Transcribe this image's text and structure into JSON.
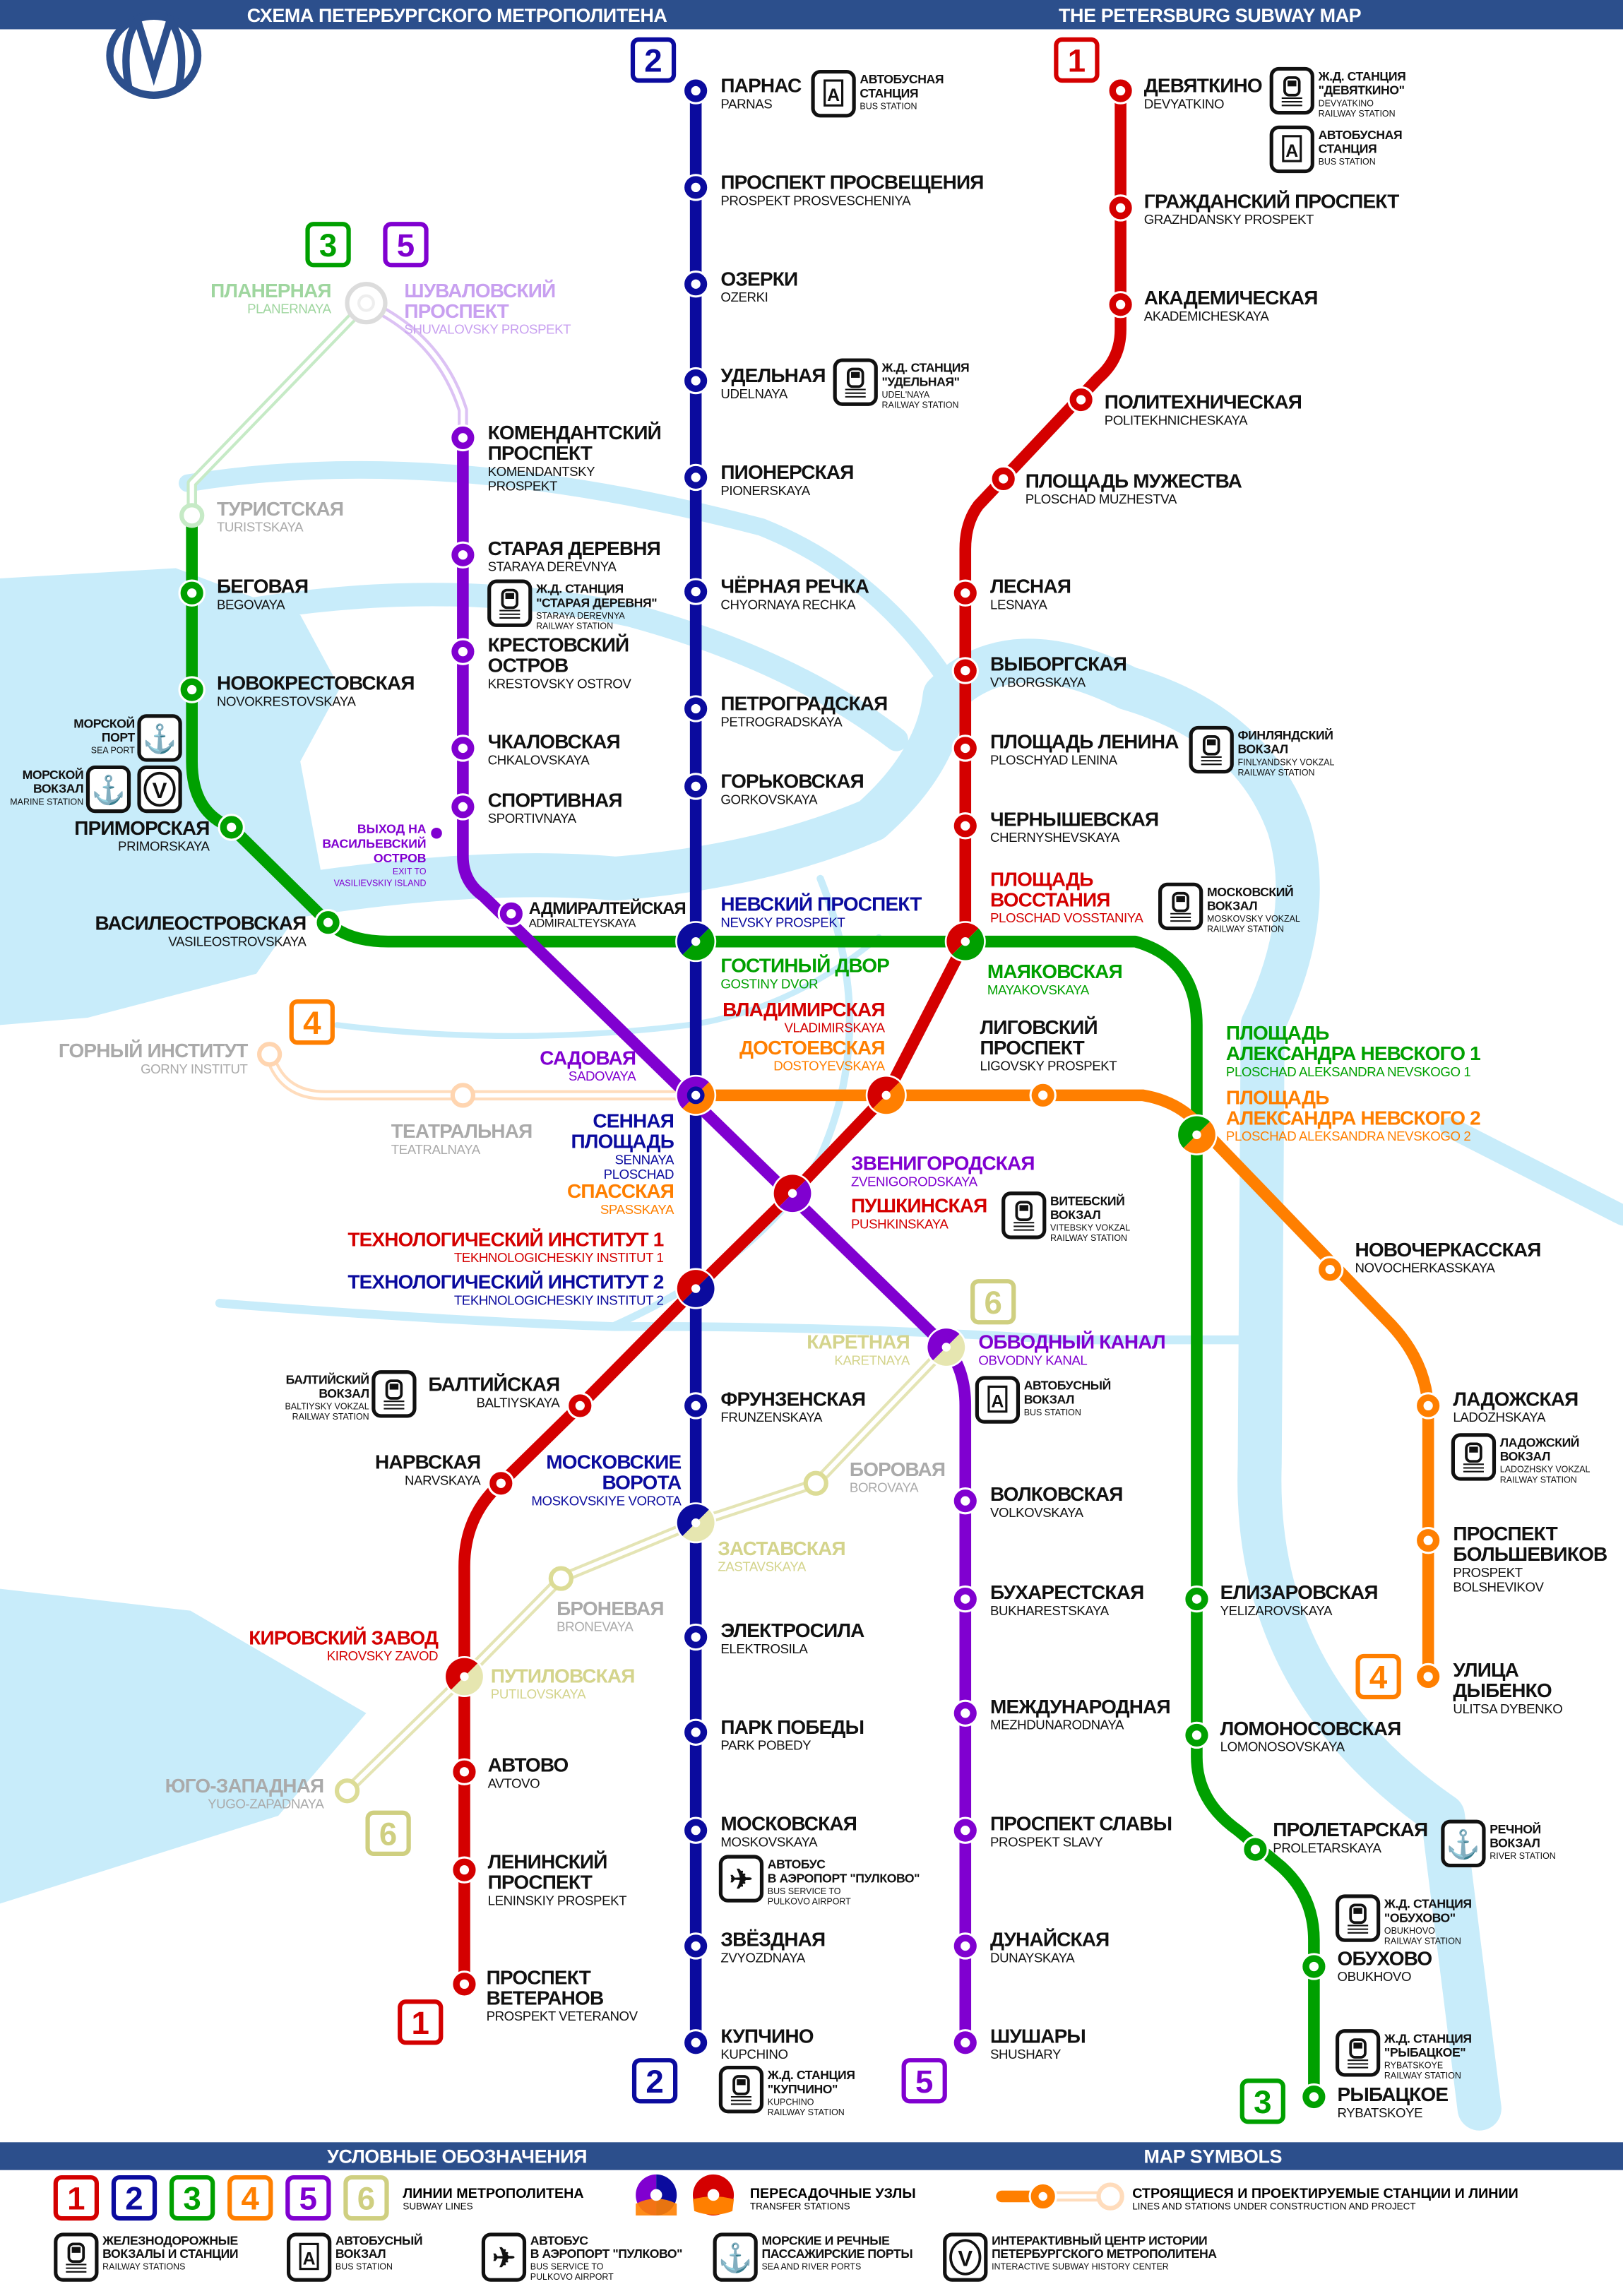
{
  "header": {
    "title_ru": "СХЕМА ПЕТЕРБУРГСКОГО МЕТРОПОЛИТЕНА",
    "title_en": "THE PETERSBURG SUBWAY MAP"
  },
  "colors": {
    "header": "#2c4f8c",
    "line1": "#d40000",
    "line2": "#0b0b9e",
    "line3": "#00a000",
    "line4": "#ff7f00",
    "line5": "#8000d0",
    "line6": "#dcdc96",
    "water": "#c8ecfa"
  },
  "line_badges": [
    "2",
    "1",
    "3",
    "5",
    "4",
    "6",
    "6",
    "4",
    "1",
    "2",
    "5",
    "3"
  ],
  "stations": [
    {
      "id": "parnas",
      "line": "2",
      "ru": [
        "ПАРНАС"
      ],
      "en": [
        "PARNAS"
      ]
    },
    {
      "id": "prosv",
      "line": "2",
      "ru": [
        "ПРОСПЕКТ ПРОСВЕЩЕНИЯ"
      ],
      "en": [
        "PROSPEKT PROSVESCHENIYA"
      ]
    },
    {
      "id": "ozerki",
      "line": "2",
      "ru": [
        "ОЗЕРКИ"
      ],
      "en": [
        "OZERKI"
      ]
    },
    {
      "id": "udelnaya",
      "line": "2",
      "ru": [
        "УДЕЛЬНАЯ"
      ],
      "en": [
        "UDELNAYA"
      ]
    },
    {
      "id": "pionerskaya",
      "line": "2",
      "ru": [
        "ПИОНЕРСКАЯ"
      ],
      "en": [
        "PIONERSKAYA"
      ]
    },
    {
      "id": "chornaya",
      "line": "2",
      "ru": [
        "ЧЁРНАЯ РЕЧКА"
      ],
      "en": [
        "CHYORNAYA RECHKA"
      ]
    },
    {
      "id": "petrogradskaya",
      "line": "2",
      "ru": [
        "ПЕТРОГРАДСКАЯ"
      ],
      "en": [
        "PETROGRADSKAYA"
      ]
    },
    {
      "id": "gorkovskaya",
      "line": "2",
      "ru": [
        "ГОРЬКОВСКАЯ"
      ],
      "en": [
        "GORKOVSKAYA"
      ]
    },
    {
      "id": "nevsky",
      "line": "2",
      "ru": [
        "НЕВСКИЙ ПРОСПЕКТ"
      ],
      "en": [
        "NEVSKY PROSPEKT"
      ]
    },
    {
      "id": "gostiny",
      "line": "3",
      "ru": [
        "ГОСТИНЫЙ ДВОР"
      ],
      "en": [
        "GOSTINY DVOR"
      ]
    },
    {
      "id": "sennaya",
      "line": "2",
      "ru": [
        "СЕННАЯ",
        "ПЛОЩАДЬ"
      ],
      "en": [
        "SENNAYA",
        "PLOSCHAD"
      ]
    },
    {
      "id": "sadovaya",
      "line": "5",
      "ru": [
        "САДОВАЯ"
      ],
      "en": [
        "SADOVAYA"
      ]
    },
    {
      "id": "spasskaya",
      "line": "4",
      "ru": [
        "СПАССКАЯ"
      ],
      "en": [
        "SPASSKAYA"
      ]
    },
    {
      "id": "tech1",
      "line": "1",
      "ru": [
        "ТЕХНОЛОГИЧЕСКИЙ ИНСТИТУТ 1"
      ],
      "en": [
        "TEKHNOLOGICHESKIY INSTITUT 1"
      ]
    },
    {
      "id": "tech2",
      "line": "2",
      "ru": [
        "ТЕХНОЛОГИЧЕСКИЙ ИНСТИТУТ 2"
      ],
      "en": [
        "TEKHNOLOGICHESKIY INSTITUT 2"
      ]
    },
    {
      "id": "frunzenskaya",
      "line": "2",
      "ru": [
        "ФРУНЗЕНСКАЯ"
      ],
      "en": [
        "FRUNZENSKAYA"
      ]
    },
    {
      "id": "mosk_vorota",
      "line": "2",
      "ru": [
        "МОСКОВСКИЕ",
        "ВОРОТА"
      ],
      "en": [
        "MOSKOVSKIYE VOROTA"
      ]
    },
    {
      "id": "elektrosila",
      "line": "2",
      "ru": [
        "ЭЛЕКТРОСИЛА"
      ],
      "en": [
        "ELEKTROSILA"
      ]
    },
    {
      "id": "park_pobedy",
      "line": "2",
      "ru": [
        "ПАРК ПОБЕДЫ"
      ],
      "en": [
        "PARK POBEDY"
      ]
    },
    {
      "id": "moskovskaya",
      "line": "2",
      "ru": [
        "МОСКОВСКАЯ"
      ],
      "en": [
        "MOSKOVSKAYA"
      ]
    },
    {
      "id": "zvyozdnaya",
      "line": "2",
      "ru": [
        "ЗВЁЗДНАЯ"
      ],
      "en": [
        "ZVYOZDNAYA"
      ]
    },
    {
      "id": "kupchino",
      "line": "2",
      "ru": [
        "КУПЧИНО"
      ],
      "en": [
        "KUPCHINO"
      ]
    },
    {
      "id": "devyatkino",
      "line": "1",
      "ru": [
        "ДЕВЯТКИНО"
      ],
      "en": [
        "DEVYATKINO"
      ]
    },
    {
      "id": "grazhdansky",
      "line": "1",
      "ru": [
        "ГРАЖДАНСКИЙ ПРОСПЕКТ"
      ],
      "en": [
        "GRAZHDANSKY PROSPEKT"
      ]
    },
    {
      "id": "akademicheskaya",
      "line": "1",
      "ru": [
        "АКАДЕМИЧЕСКАЯ"
      ],
      "en": [
        "AKADEMICHESKAYA"
      ]
    },
    {
      "id": "politekh",
      "line": "1",
      "ru": [
        "ПОЛИТЕХНИЧЕСКАЯ"
      ],
      "en": [
        "POLITEKHNICHESKAYA"
      ]
    },
    {
      "id": "muzhestva",
      "line": "1",
      "ru": [
        "ПЛОЩАДЬ МУЖЕСТВА"
      ],
      "en": [
        "PLOSCHAD MUZHESTVA"
      ]
    },
    {
      "id": "lesnaya",
      "line": "1",
      "ru": [
        "ЛЕСНАЯ"
      ],
      "en": [
        "LESNAYA"
      ]
    },
    {
      "id": "vyborgskaya",
      "line": "1",
      "ru": [
        "ВЫБОРГСКАЯ"
      ],
      "en": [
        "VYBORGSKAYA"
      ]
    },
    {
      "id": "lenina",
      "line": "1",
      "ru": [
        "ПЛОЩАДЬ ЛЕНИНА"
      ],
      "en": [
        "PLOSCHYAD LENINA"
      ]
    },
    {
      "id": "chernyshevskaya",
      "line": "1",
      "ru": [
        "ЧЕРНЫШЕВСКАЯ"
      ],
      "en": [
        "CHERNYSHEVSKAYA"
      ]
    },
    {
      "id": "vosstaniya",
      "line": "1",
      "ru": [
        "ПЛОЩАДЬ",
        "ВОССТАНИЯ"
      ],
      "en": [
        "PLOSCHAD VOSSTANIYA"
      ]
    },
    {
      "id": "mayakovskaya",
      "line": "3",
      "ru": [
        "МАЯКОВСКАЯ"
      ],
      "en": [
        "MAYAKOVSKAYA"
      ]
    },
    {
      "id": "vladimirskaya",
      "line": "1",
      "ru": [
        "ВЛАДИМИРСКАЯ"
      ],
      "en": [
        "VLADIMIRSKAYA"
      ]
    },
    {
      "id": "dostoevskaya",
      "line": "4",
      "ru": [
        "ДОСТОЕВСКАЯ"
      ],
      "en": [
        "DOSTOYEVSKAYA"
      ]
    },
    {
      "id": "ligovsky",
      "line": "4",
      "ru": [
        "ЛИГОВСКИЙ",
        "ПРОСПЕКТ"
      ],
      "en": [
        "LIGOVSKY PROSPEKT"
      ]
    },
    {
      "id": "pushkinskaya",
      "line": "1",
      "ru": [
        "ПУШКИНСКАЯ"
      ],
      "en": [
        "PUSHKINSKAYA"
      ]
    },
    {
      "id": "zvenigorodskaya",
      "line": "5",
      "ru": [
        "ЗВЕНИГОРОДСКАЯ"
      ],
      "en": [
        "ZVENIGORODSKAYA"
      ]
    },
    {
      "id": "baltiyskaya",
      "line": "1",
      "ru": [
        "БАЛТИЙСКАЯ"
      ],
      "en": [
        "BALTIYSKAYA"
      ]
    },
    {
      "id": "narvskaya",
      "line": "1",
      "ru": [
        "НАРВСКАЯ"
      ],
      "en": [
        "NARVSKAYA"
      ]
    },
    {
      "id": "kirovsky",
      "line": "1",
      "ru": [
        "КИРОВСКИЙ ЗАВОД"
      ],
      "en": [
        "KIROVSKY ZAVOD"
      ]
    },
    {
      "id": "avtovo",
      "line": "1",
      "ru": [
        "АВТОВО"
      ],
      "en": [
        "AVTOVO"
      ]
    },
    {
      "id": "leninsky",
      "line": "1",
      "ru": [
        "ЛЕНИНСКИЙ",
        "ПРОСПЕКТ"
      ],
      "en": [
        "LENINSKIY PROSPEKT"
      ]
    },
    {
      "id": "veteranov",
      "line": "1",
      "ru": [
        "ПРОСПЕКТ",
        "ВЕТЕРАНОВ"
      ],
      "en": [
        "PROSPEKT VETERANOV"
      ]
    },
    {
      "id": "planernaya",
      "line": "3",
      "status": "planned",
      "ru": [
        "ПЛАНЕРНАЯ"
      ],
      "en": [
        "PLANERNAYA"
      ]
    },
    {
      "id": "turistskaya",
      "line": "3",
      "status": "planned",
      "ru": [
        "ТУРИСТСКАЯ"
      ],
      "en": [
        "TURISTSKAYA"
      ]
    },
    {
      "id": "begovaya",
      "line": "3",
      "ru": [
        "БЕГОВАЯ"
      ],
      "en": [
        "BEGOVAYA"
      ]
    },
    {
      "id": "novokrestovskaya",
      "line": "3",
      "ru": [
        "НОВОКРЕСТОВСКАЯ"
      ],
      "en": [
        "NOVOKRESTOVSKAYA"
      ]
    },
    {
      "id": "primorskaya",
      "line": "3",
      "ru": [
        "ПРИМОРСКАЯ"
      ],
      "en": [
        "PRIMORSKAYA"
      ]
    },
    {
      "id": "vasileostrovskaya",
      "line": "3",
      "ru": [
        "ВАСИЛЕОСТРОВСКАЯ"
      ],
      "en": [
        "VASILEOSTROVSKAYA"
      ]
    },
    {
      "id": "pl_an1",
      "line": "3",
      "ru": [
        "ПЛОЩАДЬ",
        "АЛЕКСАНДРА НЕВСКОГО 1"
      ],
      "en": [
        "PLOSCHAD ALEKSANDRA NEVSKOGO 1"
      ]
    },
    {
      "id": "pl_an2",
      "line": "4",
      "ru": [
        "ПЛОЩАДЬ",
        "АЛЕКСАНДРА НЕВСКОГО 2"
      ],
      "en": [
        "PLOSCHAD ALEKSANDRA NEVSKOGO 2"
      ]
    },
    {
      "id": "elizarovskaya",
      "line": "3",
      "ru": [
        "ЕЛИЗАРОВСКАЯ"
      ],
      "en": [
        "YELIZAROVSKAYA"
      ]
    },
    {
      "id": "lomonosovskaya",
      "line": "3",
      "ru": [
        "ЛОМОНОСОВСКАЯ"
      ],
      "en": [
        "LOMONOSOVSKAYA"
      ]
    },
    {
      "id": "proletarskaya",
      "line": "3",
      "ru": [
        "ПРОЛЕТАРСКАЯ"
      ],
      "en": [
        "PROLETARSKAYA"
      ]
    },
    {
      "id": "obukhovo",
      "line": "3",
      "ru": [
        "ОБУХОВО"
      ],
      "en": [
        "OBUKHOVO"
      ]
    },
    {
      "id": "rybatskoye",
      "line": "3",
      "ru": [
        "РЫБАЦКОЕ"
      ],
      "en": [
        "RYBATSKOYE"
      ]
    },
    {
      "id": "gorny",
      "line": "4",
      "status": "planned",
      "ru": [
        "ГОРНЫЙ ИНСТИТУТ"
      ],
      "en": [
        "GORNY INSTITUT"
      ]
    },
    {
      "id": "teatralnaya",
      "line": "4",
      "status": "planned",
      "ru": [
        "ТЕАТРАЛЬНАЯ"
      ],
      "en": [
        "TEATRALNAYA"
      ]
    },
    {
      "id": "novocherkasskaya",
      "line": "4",
      "ru": [
        "НОВОЧЕРКАССКАЯ"
      ],
      "en": [
        "NOVOCHERKASSKAYA"
      ]
    },
    {
      "id": "ladozhskaya",
      "line": "4",
      "ru": [
        "ЛАДОЖСКАЯ"
      ],
      "en": [
        "LADOZHSKAYA"
      ]
    },
    {
      "id": "bolshevikov",
      "line": "4",
      "ru": [
        "ПРОСПЕКТ",
        "БОЛЬШЕВИКОВ"
      ],
      "en": [
        "PROSPEKT",
        "BOLSHEVIKOV"
      ]
    },
    {
      "id": "dybenko",
      "line": "4",
      "ru": [
        "УЛИЦА",
        "ДЫБЕНКО"
      ],
      "en": [
        "ULITSA DYBENKO"
      ]
    },
    {
      "id": "shuvalovsky",
      "line": "5",
      "status": "planned",
      "ru": [
        "ШУВАЛОВСКИЙ",
        "ПРОСПЕКТ"
      ],
      "en": [
        "SHUVALOVSKY PROSPEKT"
      ]
    },
    {
      "id": "komendantsky",
      "line": "5",
      "ru": [
        "КОМЕНДАНТСКИЙ",
        "ПРОСПЕКТ"
      ],
      "en": [
        "KOMENDANTSKY",
        "PROSPEKT"
      ]
    },
    {
      "id": "staraya",
      "line": "5",
      "ru": [
        "СТАРАЯ ДЕРЕВНЯ"
      ],
      "en": [
        "STARAYA DEREVNYA"
      ]
    },
    {
      "id": "krestovsky",
      "line": "5",
      "ru": [
        "КРЕСТОВСКИЙ",
        "ОСТРОВ"
      ],
      "en": [
        "KRESTOVSKY OSTROV"
      ]
    },
    {
      "id": "chkalovskaya",
      "line": "5",
      "ru": [
        "ЧКАЛОВСКАЯ"
      ],
      "en": [
        "CHKALOVSKAYA"
      ]
    },
    {
      "id": "sportivnaya",
      "line": "5",
      "ru": [
        "СПОРТИВНАЯ"
      ],
      "en": [
        "SPORTIVNAYA"
      ]
    },
    {
      "id": "admiralteyskaya",
      "line": "5",
      "ru": [
        "АДМИРАЛТЕЙСКАЯ"
      ],
      "en": [
        "ADMIRALTEYSKAYA"
      ]
    },
    {
      "id": "obvodny",
      "line": "5",
      "ru": [
        "ОБВОДНЫЙ КАНАЛ"
      ],
      "en": [
        "OBVODNY KANAL"
      ]
    },
    {
      "id": "volkovskaya",
      "line": "5",
      "ru": [
        "ВОЛКОВСКАЯ"
      ],
      "en": [
        "VOLKOVSKAYA"
      ]
    },
    {
      "id": "bukharestskaya",
      "line": "5",
      "ru": [
        "БУХАРЕСТСКАЯ"
      ],
      "en": [
        "BUKHARESTSKAYA"
      ]
    },
    {
      "id": "mezhdunarodnaya",
      "line": "5",
      "ru": [
        "МЕЖДУНАРОДНАЯ"
      ],
      "en": [
        "MEZHDUNARODNAYA"
      ]
    },
    {
      "id": "slavy",
      "line": "5",
      "ru": [
        "ПРОСПЕКТ СЛАВЫ"
      ],
      "en": [
        "PROSPEKT SLAVY"
      ]
    },
    {
      "id": "dunayskaya",
      "line": "5",
      "ru": [
        "ДУНАЙСКАЯ"
      ],
      "en": [
        "DUNAYSKAYA"
      ]
    },
    {
      "id": "shushary",
      "line": "5",
      "ru": [
        "ШУШАРЫ"
      ],
      "en": [
        "SHUSHARY"
      ]
    },
    {
      "id": "karetnaya",
      "line": "6",
      "status": "planned",
      "ru": [
        "КАРЕТНАЯ"
      ],
      "en": [
        "KARETNAYA"
      ]
    },
    {
      "id": "borovaya",
      "line": "6",
      "status": "planned",
      "ru": [
        "БОРОВАЯ"
      ],
      "en": [
        "BOROVAYA"
      ]
    },
    {
      "id": "zastavskaya",
      "line": "6",
      "status": "planned",
      "ru": [
        "ЗАСТАВСКАЯ"
      ],
      "en": [
        "ZASTAVSKAYA"
      ]
    },
    {
      "id": "bronevaya",
      "line": "6",
      "status": "planned",
      "ru": [
        "БРОНЕВАЯ"
      ],
      "en": [
        "BRONEVAYA"
      ]
    },
    {
      "id": "putilovskaya",
      "line": "6",
      "status": "planned",
      "ru": [
        "ПУТИЛОВСКАЯ"
      ],
      "en": [
        "PUTILOVSKAYA"
      ]
    },
    {
      "id": "yugo",
      "line": "6",
      "status": "planned",
      "ru": [
        "ЮГО-ЗАПАДНАЯ"
      ],
      "en": [
        "YUGO-ZAPADNAYA"
      ]
    }
  ],
  "amenities": [
    {
      "id": "parnas_bus",
      "type": "bus",
      "ru": [
        "АВТОБУСНАЯ",
        "СТАНЦИЯ"
      ],
      "en": [
        "BUS STATION"
      ]
    },
    {
      "id": "devyatkino_rail",
      "type": "rail",
      "ru": [
        "Ж.Д. СТАНЦИЯ",
        "\"ДЕВЯТКИНО\""
      ],
      "en": [
        "DEVYATKINO",
        "RAILWAY STATION"
      ]
    },
    {
      "id": "devyatkino_bus",
      "type": "bus",
      "ru": [
        "АВТОБУСНАЯ",
        "СТАНЦИЯ"
      ],
      "en": [
        "BUS STATION"
      ]
    },
    {
      "id": "udelnaya_rail",
      "type": "rail",
      "ru": [
        "Ж.Д. СТАНЦИЯ",
        "\"УДЕЛЬНАЯ\""
      ],
      "en": [
        "UDEL'NAYA",
        "RAILWAY STATION"
      ]
    },
    {
      "id": "staraya_rail",
      "type": "rail",
      "ru": [
        "Ж.Д. СТАНЦИЯ",
        "\"СТАРАЯ ДЕРЕВНЯ\""
      ],
      "en": [
        "STARAYA DEREVNYA",
        "RAILWAY STATION"
      ]
    },
    {
      "id": "finland_rail",
      "type": "rail",
      "ru": [
        "ФИНЛЯНДСКИЙ",
        "ВОКЗАЛ"
      ],
      "en": [
        "FINLYANDSKY VOKZAL",
        "RAILWAY STATION"
      ]
    },
    {
      "id": "moscow_rail",
      "type": "rail",
      "ru": [
        "МОСКОВСКИЙ",
        "ВОКЗАЛ"
      ],
      "en": [
        "MOSKOVSKY VOKZAL",
        "RAILWAY STATION"
      ]
    },
    {
      "id": "sea_port",
      "type": "port",
      "ru": [
        "МОРСКОЙ",
        "ПОРТ"
      ],
      "en": [
        "SEA PORT"
      ]
    },
    {
      "id": "marine_station",
      "type": "port",
      "ru": [
        "МОРСКОЙ",
        "ВОКЗАЛ"
      ],
      "en": [
        "MARINE STATION"
      ]
    },
    {
      "id": "history_center",
      "type": "center",
      "ru": [],
      "en": []
    },
    {
      "id": "vitebsky_rail",
      "type": "rail",
      "ru": [
        "ВИТЕБСКИЙ",
        "ВОКЗАЛ"
      ],
      "en": [
        "VITEBSKY VOKZAL",
        "RAILWAY STATION"
      ]
    },
    {
      "id": "obvodny_bus",
      "type": "bus",
      "ru": [
        "АВТОБУСНЫЙ",
        "ВОКЗАЛ"
      ],
      "en": [
        "BUS STATION"
      ]
    },
    {
      "id": "baltiysky_rail",
      "type": "rail",
      "ru": [
        "БАЛТИЙСКИЙ",
        "ВОКЗАЛ"
      ],
      "en": [
        "BALTIYSKY VOKZAL",
        "RAILWAY STATION"
      ]
    },
    {
      "id": "ladozhsky_rail",
      "type": "rail",
      "ru": [
        "ЛАДОЖСКИЙ",
        "ВОКЗАЛ"
      ],
      "en": [
        "LADOZHSKY VOKZAL",
        "RAILWAY STATION"
      ]
    },
    {
      "id": "airport_bus",
      "type": "air",
      "ru": [
        "АВТОБУС",
        "В АЭРОПОРТ \"ПУЛКОВО\""
      ],
      "en": [
        "BUS SERVICE TO",
        "PULKOVO AIRPORT"
      ]
    },
    {
      "id": "kupchino_rail",
      "type": "rail",
      "ru": [
        "Ж.Д. СТАНЦИЯ",
        "\"КУПЧИНО\""
      ],
      "en": [
        "KUPCHINO",
        "RAILWAY STATION"
      ]
    },
    {
      "id": "river_port",
      "type": "port",
      "ru": [
        "РЕЧНОЙ",
        "ВОКЗАЛ"
      ],
      "en": [
        "RIVER STATION"
      ]
    },
    {
      "id": "obukhovo_rail",
      "type": "rail",
      "ru": [
        "Ж.Д. СТАНЦИЯ",
        "\"ОБУХОВО\""
      ],
      "en": [
        "OBUKHOVO",
        "RAILWAY STATION"
      ]
    },
    {
      "id": "rybatskoye_rail",
      "type": "rail",
      "ru": [
        "Ж.Д. СТАНЦИЯ",
        "\"РЫБАЦКОЕ\""
      ],
      "en": [
        "RYBATSKOYE",
        "RAILWAY STATION"
      ]
    }
  ],
  "vasilievsky_exit": {
    "ru": [
      "ВЫХОД НА",
      "ВАСИЛЬЕВСКИЙ",
      "ОСТРОВ"
    ],
    "en": [
      "EXIT TO",
      "VASILIEVSKIY ISLAND"
    ]
  },
  "legend": {
    "title_ru": "УСЛОВНЫЕ ОБОЗНАЧЕНИЯ",
    "title_en": "MAP SYMBOLS",
    "line_numbers": [
      "1",
      "2",
      "3",
      "4",
      "5",
      "6"
    ],
    "lines_ru": "ЛИНИИ МЕТРОПОЛИТЕНА",
    "lines_en": "SUBWAY LINES",
    "transfer_ru": "ПЕРЕСАДОЧНЫЕ УЗЛЫ",
    "transfer_en": "TRANSFER STATIONS",
    "construction_ru": "СТРОЯЩИЕСЯ И ПРОЕКТИРУЕМЫЕ СТАНЦИИ И ЛИНИИ",
    "construction_en": "LINES AND STATIONS UNDER CONSTRUCTION AND PROJECT",
    "symbols": [
      {
        "type": "rail",
        "ru": [
          "ЖЕЛЕЗНОДОРОЖНЫЕ",
          "ВОКЗАЛЫ И СТАНЦИИ"
        ],
        "en": [
          "RAILWAY STATIONS"
        ]
      },
      {
        "type": "bus",
        "ru": [
          "АВТОБУСНЫЙ",
          "ВОКЗАЛ"
        ],
        "en": [
          "BUS STATION"
        ]
      },
      {
        "type": "air",
        "ru": [
          "АВТОБУС",
          "В АЭРОПОРТ \"ПУЛКОВО\""
        ],
        "en": [
          "BUS SERVICE TO",
          "PULKOVO AIRPORT"
        ]
      },
      {
        "type": "port",
        "ru": [
          "МОРСКИЕ И РЕЧНЫЕ",
          "ПАССАЖИРСКИЕ ПОРТЫ"
        ],
        "en": [
          "SEA AND RIVER PORTS"
        ]
      },
      {
        "type": "center",
        "ru": [
          "ИНТЕРАКТИВНЫЙ ЦЕНТР ИСТОРИИ",
          "ПЕТЕРБУРГСКОГО МЕТРОПОЛИТЕНА"
        ],
        "en": [
          "INTERACTIVE SUBWAY HISTORY CENTER"
        ]
      }
    ]
  }
}
